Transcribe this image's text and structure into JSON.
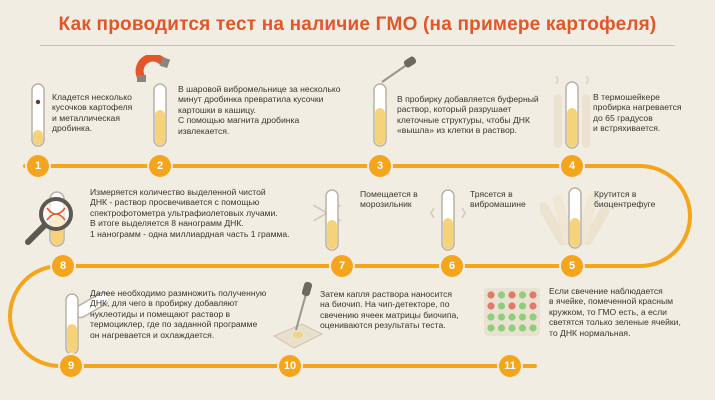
{
  "title": "Как проводится тест на наличие ГМО (на примере картофеля)",
  "steps": [
    {
      "num": "1",
      "text": "Кладется несколько\nкусочков картофеля\nи металлическая\nдробинка."
    },
    {
      "num": "2",
      "text": "В шаровой вибромельнице за несколько\nминут дробинка превратила кусочки\nкартошки в кашицу.\nС помощью магнита дробинка\nизвлекается."
    },
    {
      "num": "3",
      "text": "В пробирку добавляется буферный\nраствор, который разрушает\nклеточные структуры, чтобы ДНК\n«вышла» из клетки в раствор."
    },
    {
      "num": "4",
      "text": "В термошейкере\nпробирка нагревается\nдо 65 градусов\nи встряхивается."
    },
    {
      "num": "5",
      "text": "Крутится в\nбиоцентрефуге"
    },
    {
      "num": "6",
      "text": "Трясется в\nвибромашине"
    },
    {
      "num": "7",
      "text": "Помещается в\nморозильник"
    },
    {
      "num": "8",
      "text": "Измеряется количество выделенной чистой\nДНК  - раствор просвечивается с помощью\nспектрофотометра ультрафиолетовых лучами.\nВ итоге выделяется 8 нанограмм ДНК.\n1 нанограмм - одна миллиардная  часть 1 грамма."
    },
    {
      "num": "9",
      "text": "Далее необходимо размножить полученную\nДНК, для чего в пробирку добавляют\nнуклеотиды и помещают раствор в\nтермоциклер, где по заданной программе\nон нагревается и охлаждается."
    },
    {
      "num": "10",
      "text": "Затем капля раствора наносится\nна биочип. На чип-детекторе, по\nсвечению ячеек матрицы биочипа,\nоцениваются результаты теста."
    },
    {
      "num": "11",
      "text": "Если свечение наблюдается\nв ячейке, помеченной красным\nкружком, то ГМО есть, а если\nсветятся только зеленые ячейки,\nто ДНК нормальная."
    }
  ],
  "colors": {
    "accent": "#e2562a",
    "path": "#f4a51c",
    "badge": "#f4a51c",
    "background": "#f2ede3",
    "tube": "#f6d27a",
    "gray": "#6d6862"
  }
}
